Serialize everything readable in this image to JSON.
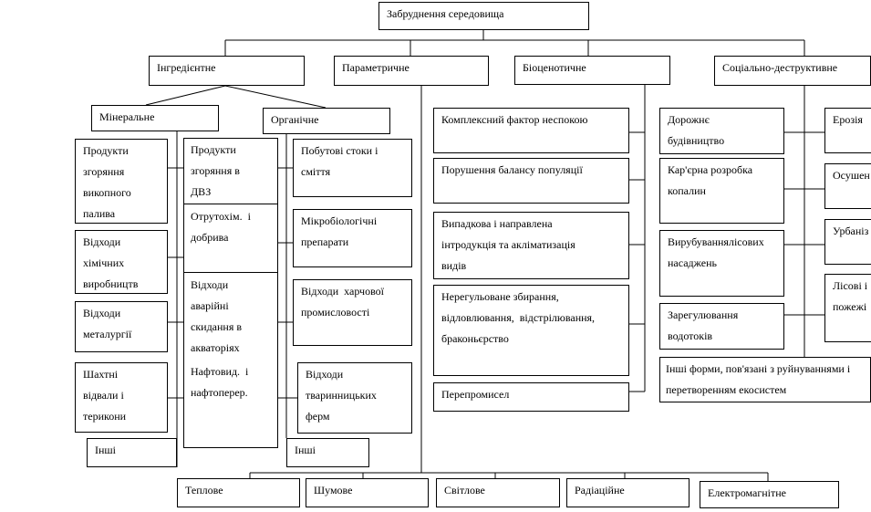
{
  "root": "Забруднення середовища",
  "types": {
    "ingredient": "Інгредієнтне",
    "parametric": "Параметричне",
    "biocenotic": "Біоценотичне",
    "social": "Соціально-деструктивне"
  },
  "ingredient": {
    "mineral": "Мінеральне",
    "organic": "Органічне",
    "mineral_items": [
      "Продукти\nзгоряння\nвикопного\nпалива",
      "Відходи\nхімічних\nвиробництв",
      "Відходи\nметалургії",
      "Шахтні\nвідвали і\nтерикони",
      "Інші"
    ],
    "mixed_items": [
      "Продукти\nзгоряння в\nДВЗ",
      "Отрутохім.  і\nдобрива",
      "Відходи\nаварійні\nскидання в\nакваторіях",
      "Нафтовид.  і\nнафтоперер."
    ],
    "organic_items": [
      "Побутові стоки і\nсміття",
      "Мікробіологічні\nпрепарати",
      "Відходи  харчової\nпромисловості",
      "Відходи\nтваринницьких\nферм",
      "Інші"
    ]
  },
  "parametric_items": [
    "Теплове",
    "Шумове",
    "Світлове",
    "Радіаційне",
    "Електромагнітне"
  ],
  "biocenotic_items": [
    "Комплексний фактор неспокою",
    "Порушення балансу популяції",
    "Випадкова і направлена\nінтродукція та акліматизація\nвидів",
    "Нерегульоване збирання,\nвідловлювання,  відстрілювання,\nбраконьєрство",
    "Перепромисел"
  ],
  "social_items": [
    "Дорожнє\nбудівництво",
    "Кар'єрна розробка\nкопалин",
    "Вирубуваннялісових\nнасаджень",
    "Зарегулювання\nводотоків",
    "Інші форми, пов'язані з руйнуваннями і\nперетворенням екосистем"
  ],
  "social_right_items": [
    "Ерозія",
    "Осушен",
    "Урбаніз",
    "Лісові і\nпожежі"
  ]
}
